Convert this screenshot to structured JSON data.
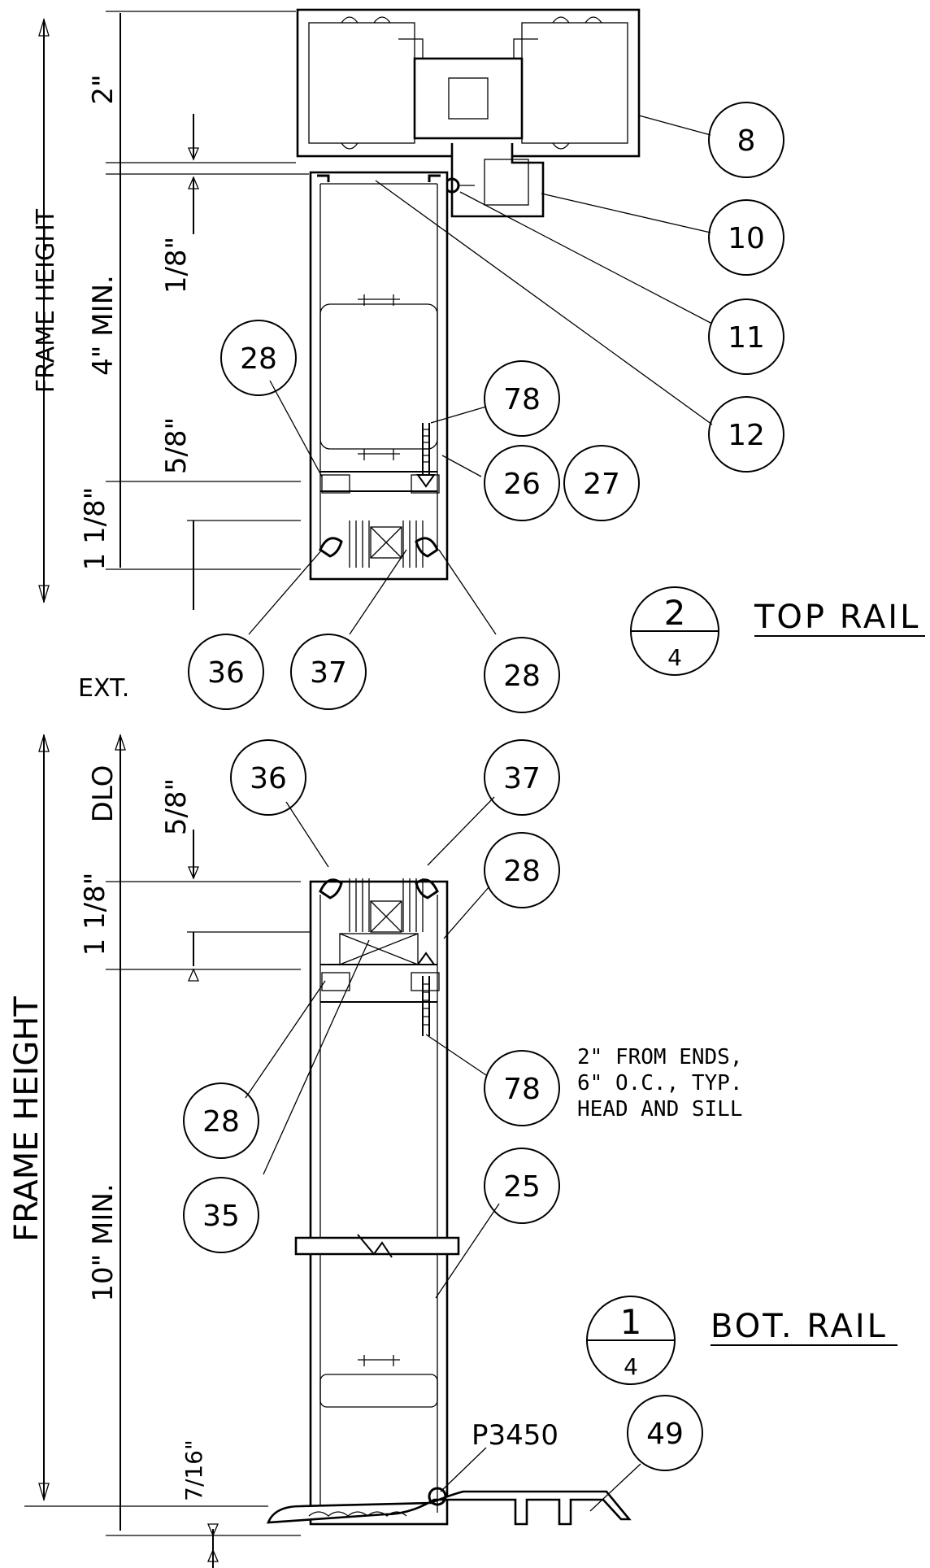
{
  "callouts": {
    "c8": "8",
    "c10": "10",
    "c11": "11",
    "c12": "12",
    "c28a": "28",
    "c78a": "78",
    "c26": "26",
    "c27": "27",
    "c36a": "36",
    "c37a": "37",
    "c28b": "28",
    "c36b": "36",
    "c37b": "37",
    "c28c": "28",
    "c78b": "78",
    "c28d": "28",
    "c35": "35",
    "c25": "25",
    "c49": "49"
  },
  "dimensions": {
    "two_in": "2\"",
    "one_eighth": "1/8\"",
    "four_min": "4\" MIN.",
    "five_eighth_top": "5/8\"",
    "one_one_eighth_top": "1 1/8\"",
    "dlo": "DLO",
    "five_eighth_bot": "5/8\"",
    "one_one_eighth_bot": "1 1/8\"",
    "ten_min": "10\" MIN.",
    "seven_sixteenth": "7/16\""
  },
  "labels": {
    "frame_height_top": "FRAME HEIGHT",
    "frame_height_bot": "FRAME HEIGHT",
    "ext": "EXT.",
    "p3450": "P3450"
  },
  "note": {
    "line1": "2\" FROM ENDS,",
    "line2": "6\" O.C., TYP.",
    "line3": "HEAD AND SILL"
  },
  "sections": {
    "top": {
      "number": "2",
      "sheet": "4",
      "title": "TOP RAIL"
    },
    "bottom": {
      "number": "1",
      "sheet": "4",
      "title": "BOT. RAIL"
    }
  }
}
